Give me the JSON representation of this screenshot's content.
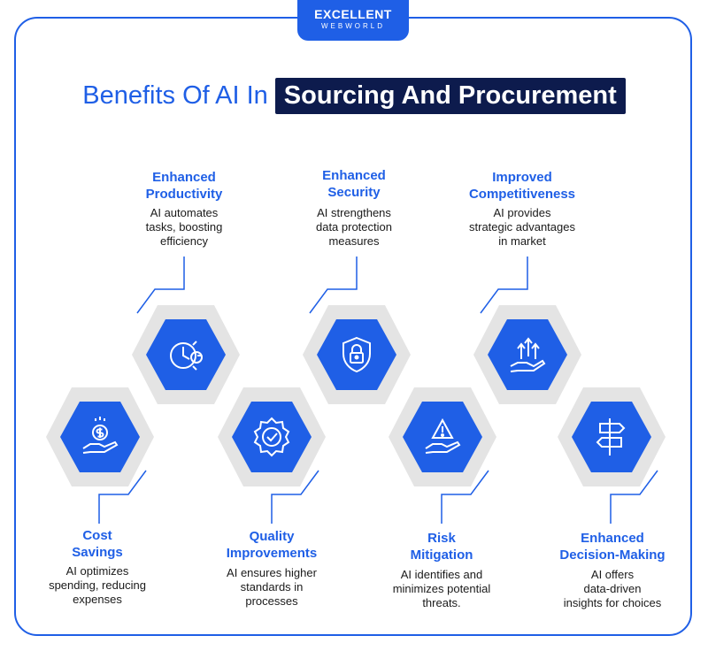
{
  "logo": {
    "line1": "EXCELLENT",
    "line2": "WEBWORLD"
  },
  "title": {
    "plain": "Benefits Of AI In",
    "highlight": "Sourcing And Procurement"
  },
  "colors": {
    "brand": "#1f5fe6",
    "navy": "#0d1b4d",
    "hex_outer": "#e4e4e4",
    "hex_inner": "#1f5fe6"
  },
  "benefits": [
    {
      "heading": "Enhanced Productivity",
      "h1": "Enhanced",
      "h2": "Productivity",
      "d1": "AI automates",
      "d2": "tasks, boosting",
      "d3": "efficiency",
      "icon": "gear-clock-icon"
    },
    {
      "heading": "Enhanced Security",
      "h1": "Enhanced",
      "h2": "Security",
      "d1": "AI strengthens",
      "d2": "data protection",
      "d3": "measures",
      "icon": "shield-lock-icon"
    },
    {
      "heading": "Improved Competitiveness",
      "h1": "Improved",
      "h2": "Competitiveness",
      "d1": "AI provides",
      "d2": "strategic advantages",
      "d3": "in market",
      "icon": "hand-arrows-up-icon"
    },
    {
      "heading": "Cost Savings",
      "h1": "Cost",
      "h2": "Savings",
      "d1": "AI optimizes",
      "d2": "spending, reducing",
      "d3": "expenses",
      "icon": "hand-dollar-icon"
    },
    {
      "heading": "Quality Improvements",
      "h1": "Quality",
      "h2": "Improvements",
      "d1": "AI ensures higher",
      "d2": "standards in",
      "d3": "processes",
      "icon": "quality-badge-icon"
    },
    {
      "heading": "Risk Mitigation",
      "h1": "Risk",
      "h2": "Mitigation",
      "d1": "AI identifies and",
      "d2": "minimizes potential",
      "d3": "threats.",
      "icon": "hand-warning-icon"
    },
    {
      "heading": "Enhanced Decision-Making",
      "h1": "Enhanced",
      "h2": "Decision-Making",
      "d1": "AI offers",
      "d2": "data-driven",
      "d3": "insights for choices",
      "icon": "signpost-icon"
    }
  ]
}
